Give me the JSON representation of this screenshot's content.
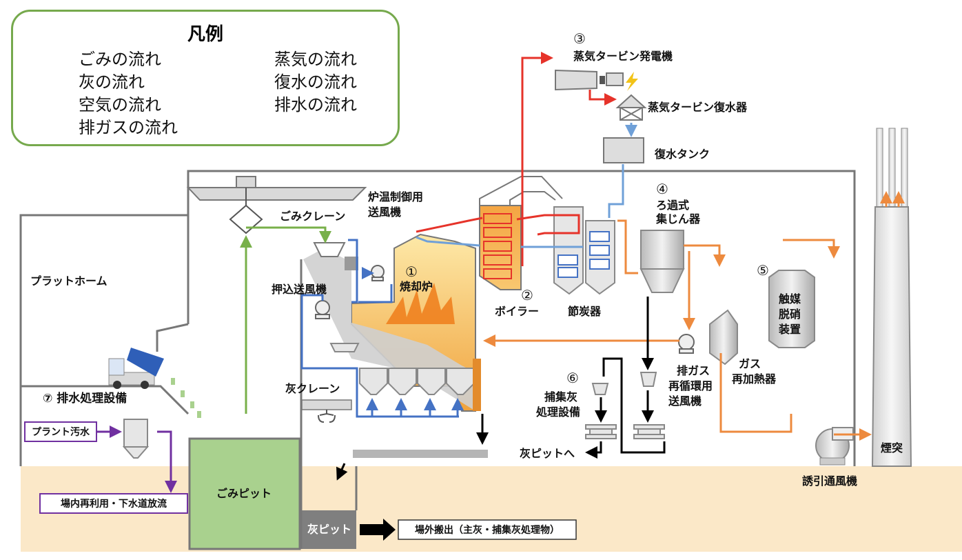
{
  "legend": {
    "title": "凡例",
    "items": [
      {
        "label": "ごみの流れ",
        "color": "#78b04a"
      },
      {
        "label": "灰の流れ",
        "color": "#000000"
      },
      {
        "label": "空気の流れ",
        "color": "#4472c4"
      },
      {
        "label": "排ガスの流れ",
        "color": "#ed8a3e"
      },
      {
        "label": "蒸気の流れ",
        "color": "#e6332a"
      },
      {
        "label": "復水の流れ",
        "color": "#6fa0d8"
      },
      {
        "label": "排水の流れ",
        "color": "#7030a0"
      }
    ]
  },
  "labels": {
    "platform": "プラットホーム",
    "garbage_crane": "ごみクレーン",
    "furnace_temp_fan_1": "炉温制御用",
    "furnace_temp_fan_2": "送風機",
    "push_fan": "押込送風機",
    "incinerator_num": "①",
    "incinerator": "焼却炉",
    "boiler_num": "②",
    "boiler": "ボイラー",
    "turbine_num": "③",
    "turbine": "蒸気タービン発電機",
    "condenser": "蒸気タービン復水器",
    "condensate_tank": "復水タンク",
    "filter_num": "④",
    "filter_1": "ろ過式",
    "filter_2": "集じん器",
    "economizer": "節炭器",
    "catalyst_num": "⑤",
    "catalyst_1": "触媒",
    "catalyst_2": "脱硝",
    "catalyst_3": "装置",
    "flyash_num": "⑥",
    "flyash_1": "捕集灰",
    "flyash_2": "処理設備",
    "recirc_1": "排ガス",
    "recirc_2": "再循環用",
    "recirc_3": "送風機",
    "reheater_1": "ガス",
    "reheater_2": "再加熱器",
    "ash_crane": "灰クレーン",
    "to_ash_pit": "灰ピットへ",
    "wastewater_num": "⑦ 排水処理設備",
    "plant_wastewater": "プラント汚水",
    "reuse": "場内再利用・下水道放流",
    "garbage_pit": "ごみピット",
    "ash_pit": "灰ピット",
    "off_site": "場外搬出（主灰・捕集灰処理物）",
    "induced_fan": "誘引通風機",
    "chimney": "煙突"
  }
}
